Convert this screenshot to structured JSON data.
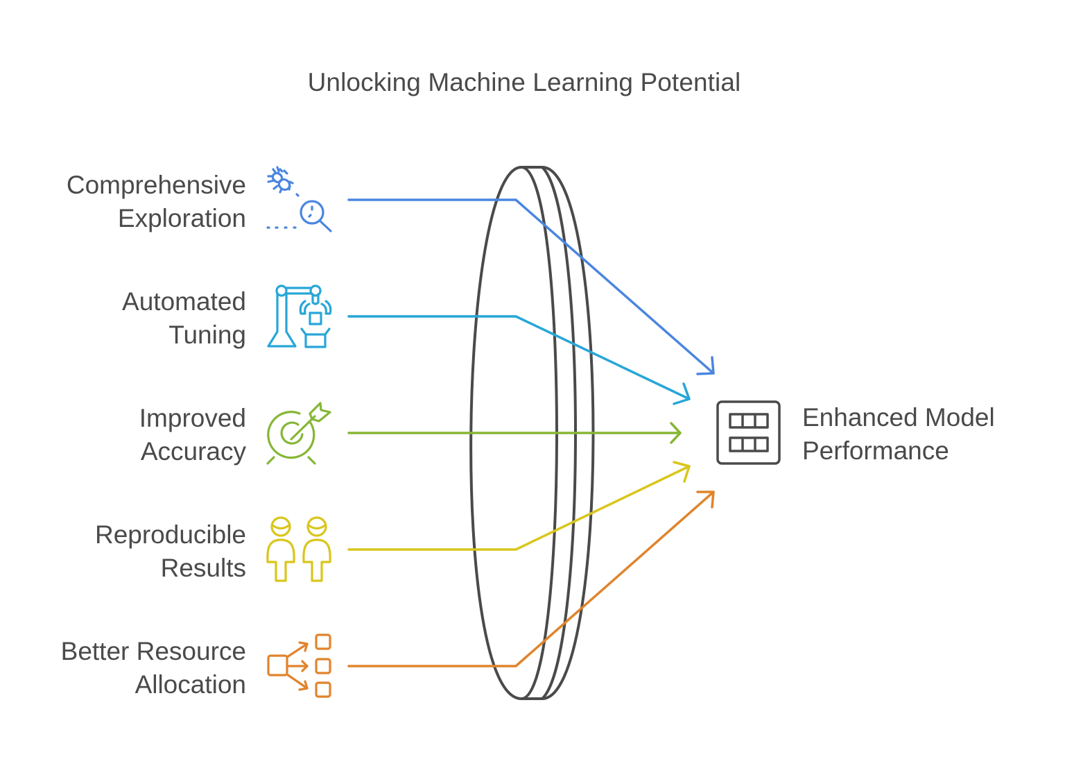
{
  "title": "Unlocking Machine Learning Potential",
  "inputs": [
    {
      "line1": "Comprehensive",
      "line2": "Exploration",
      "icon": "bug-search-icon",
      "color": "#4a86e0"
    },
    {
      "line1": "Automated",
      "line2": "Tuning",
      "icon": "robot-arm-icon",
      "color": "#27a6d8"
    },
    {
      "line1": "Improved",
      "line2": "Accuracy",
      "icon": "target-arrow-icon",
      "color": "#86b636"
    },
    {
      "line1": "Reproducible",
      "line2": "Results",
      "icon": "two-people-icon",
      "color": "#d9c61c"
    },
    {
      "line1": "Better Resource",
      "line2": "Allocation",
      "icon": "distribution-arrows-icon",
      "color": "#e0842c"
    }
  ],
  "output": {
    "line1": "Enhanced Model",
    "line2": "Performance",
    "icon": "grid-panel-icon",
    "color": "#4a4a4a"
  },
  "lens_color": "#4a4a4a"
}
